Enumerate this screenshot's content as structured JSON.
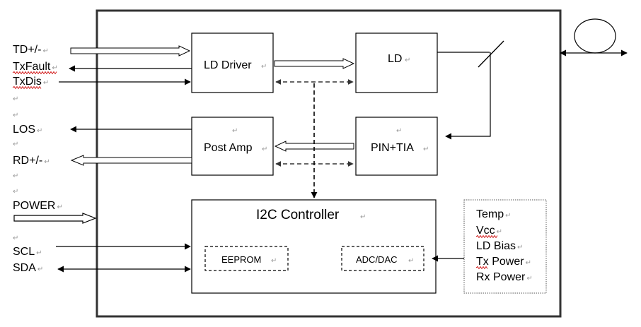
{
  "pins_left": [
    {
      "id": "td",
      "label": "TD+/-"
    },
    {
      "id": "txfault",
      "label": "TxFault"
    },
    {
      "id": "txdis",
      "label": "TxDis"
    },
    {
      "id": "los",
      "label": "LOS"
    },
    {
      "id": "rd",
      "label": "RD+/-"
    },
    {
      "id": "power",
      "label": "POWER"
    },
    {
      "id": "scl",
      "label": "SCL"
    },
    {
      "id": "sda",
      "label": "SDA"
    }
  ],
  "blocks": {
    "ld_driver": "LD Driver",
    "ld": "LD",
    "post_amp": "Post Amp",
    "pin_tia": "PIN+TIA",
    "i2c_controller": "I2C Controller",
    "eeprom": "EEPROM",
    "adc_dac": "ADC/DAC"
  },
  "monitor_parameters": [
    "Temp",
    "Vcc",
    "LD Bias",
    "Tx Power",
    "Rx Power"
  ],
  "paragraph_mark": "↵",
  "colors": {
    "line": "#000000",
    "dashed": "#333333",
    "text_mark": "#9a9a9a",
    "squiggle": "#cc0000"
  }
}
